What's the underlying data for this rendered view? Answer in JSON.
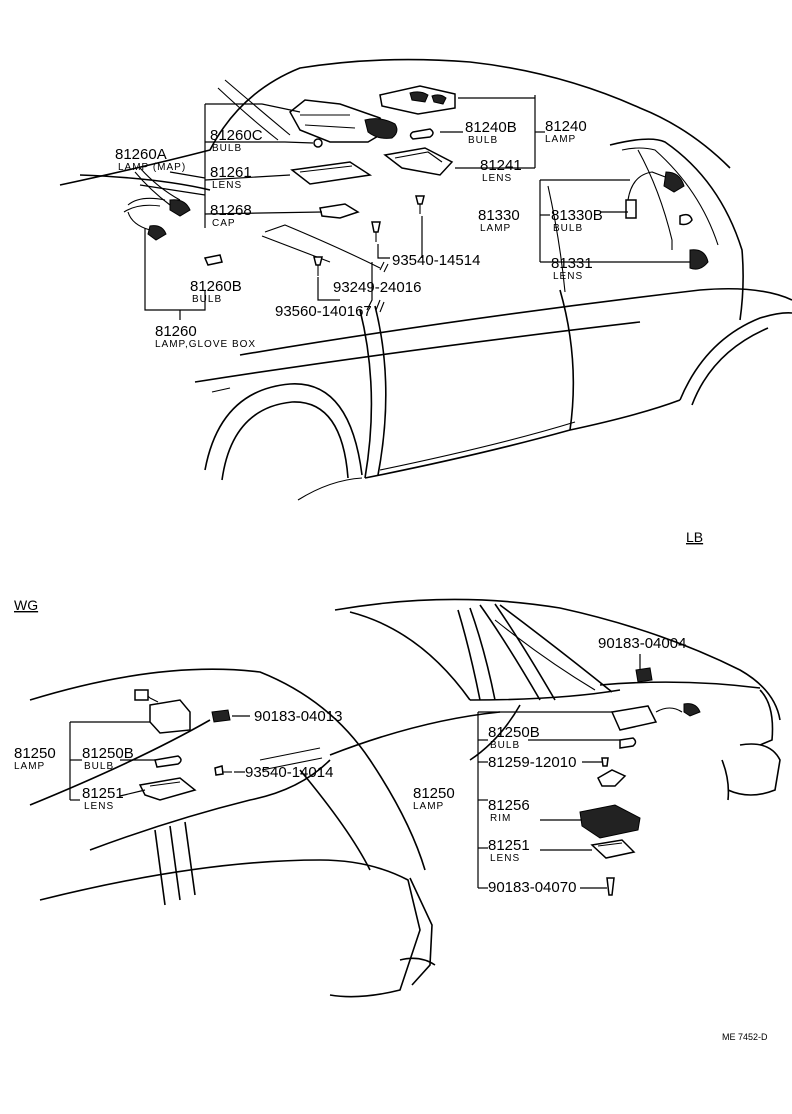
{
  "sections": {
    "lb": "LB",
    "wg": "WG"
  },
  "doc_code": "ME  7452-D",
  "parts_top": {
    "p81260A": {
      "number": "81260A",
      "name": "LAMP (MAP)"
    },
    "p81260C": {
      "number": "81260C",
      "name": "BULB"
    },
    "p81261": {
      "number": "81261",
      "name": "LENS"
    },
    "p81268": {
      "number": "81268",
      "name": "CAP"
    },
    "p81260B": {
      "number": "81260B",
      "name": "BULB"
    },
    "p81260": {
      "number": "81260",
      "name": "LAMP,GLOVE BOX"
    },
    "p81240B": {
      "number": "81240B",
      "name": "BULB"
    },
    "p81240": {
      "number": "81240",
      "name": "LAMP"
    },
    "p81241": {
      "number": "81241",
      "name": "LENS"
    },
    "p81330": {
      "number": "81330",
      "name": "LAMP"
    },
    "p81330B": {
      "number": "81330B",
      "name": "BULB"
    },
    "p81331": {
      "number": "81331",
      "name": "LENS"
    },
    "s93540_14514": {
      "number": "93540-14514"
    },
    "s93249_24016": {
      "number": "93249-24016"
    },
    "s93560_140167": {
      "number": "93560-140167"
    }
  },
  "parts_wg": {
    "p81250": {
      "number": "81250",
      "name": "LAMP"
    },
    "p81250B": {
      "number": "81250B",
      "name": "BULB"
    },
    "p81251": {
      "number": "81251",
      "name": "LENS"
    },
    "s90183_04013": {
      "number": "90183-04013"
    },
    "s93540_14014": {
      "number": "93540-14014"
    }
  },
  "parts_lb": {
    "s90183_04004": {
      "number": "90183-04004"
    },
    "p81250": {
      "number": "81250",
      "name": "LAMP"
    },
    "p81250B": {
      "number": "81250B",
      "name": "BULB"
    },
    "s81259_12010": {
      "number": "81259-12010"
    },
    "p81256": {
      "number": "81256",
      "name": "RIM"
    },
    "p81251": {
      "number": "81251",
      "name": "LENS"
    },
    "s90183_04070": {
      "number": "90183-04070"
    }
  }
}
